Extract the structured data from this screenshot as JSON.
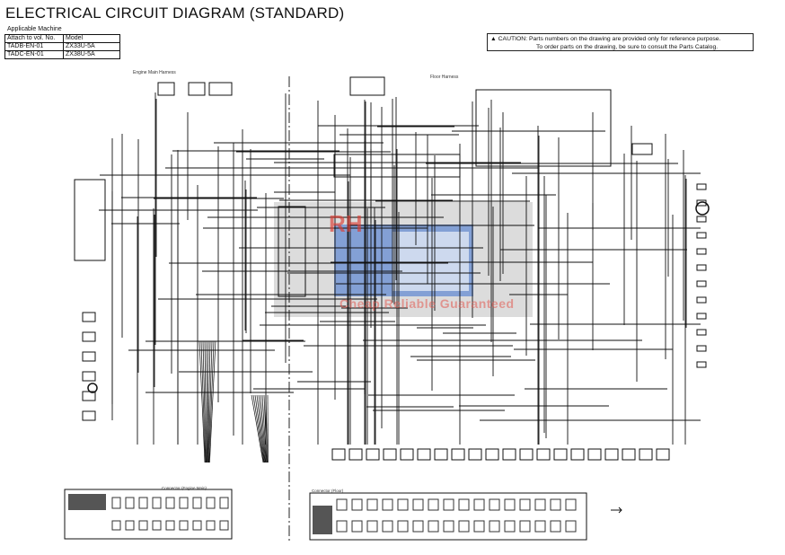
{
  "title": "ELECTRICAL CIRCUIT DIAGRAM (STANDARD)",
  "applicable_machine": {
    "label": "Applicable Machine",
    "headers": [
      "Attach to vol. No.",
      "Model"
    ],
    "rows": [
      [
        "TADB-EN-01",
        "ZX33U-5A"
      ],
      [
        "TADC-EN-01",
        "ZX38U-5A"
      ]
    ]
  },
  "caution": {
    "icon": "warning-triangle-icon",
    "line1": "CAUTION: Parts numbers on the drawing are provided only for reference purpose.",
    "line2": "To order parts on the drawing, be sure to consult the Parts Catalog."
  },
  "harness_labels": {
    "engine_main": "Engine Main Harness",
    "floor": "Floor Harness"
  },
  "connector_legends": {
    "engine_main": "Connector (Engine Main)",
    "floor": "Connector (Floor)"
  },
  "watermark": {
    "logo": "RH",
    "slogan": "Cheap Reliable Guaranteed",
    "colors": {
      "blue": "#3a6fd0",
      "red": "#e05a50",
      "gray": "#9a9a9a"
    }
  }
}
